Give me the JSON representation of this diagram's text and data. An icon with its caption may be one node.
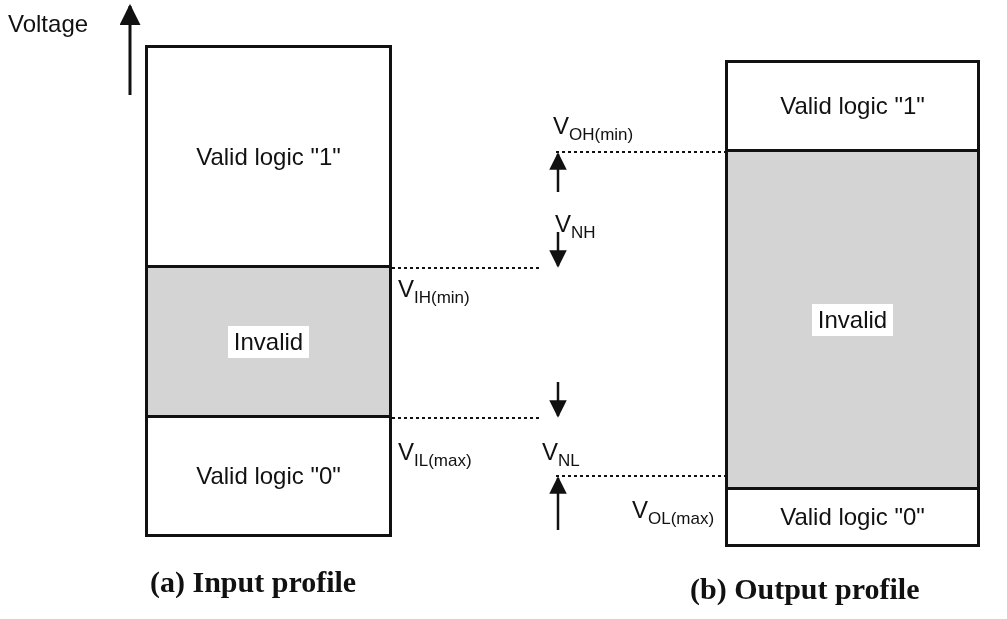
{
  "diagram": {
    "nodes": [
      {
        "text": [
          "Valid logic \"1\""
        ]
      },
      {
        "text": [
          "Invalid"
        ]
      },
      {
        "text": [
          "Valid logic \"0\""
        ]
      },
      {
        "text": [
          "Valid logic \"1\""
        ]
      },
      {
        "text": [
          "Invalid"
        ]
      },
      {
        "text": [
          "Valid logic \"0\""
        ]
      }
    ],
    "edges": [],
    "labels": [
      "Voltage",
      "V$_{OH(min)}$",
      "V$_{NH}$",
      "V$_{IH(min)}$",
      "V$_{IL(max)}$",
      "V$_{NL}$",
      "V$_{OL(max)}$",
      "(a) Input profile",
      "(b) Output profile"
    ]
  }
}
